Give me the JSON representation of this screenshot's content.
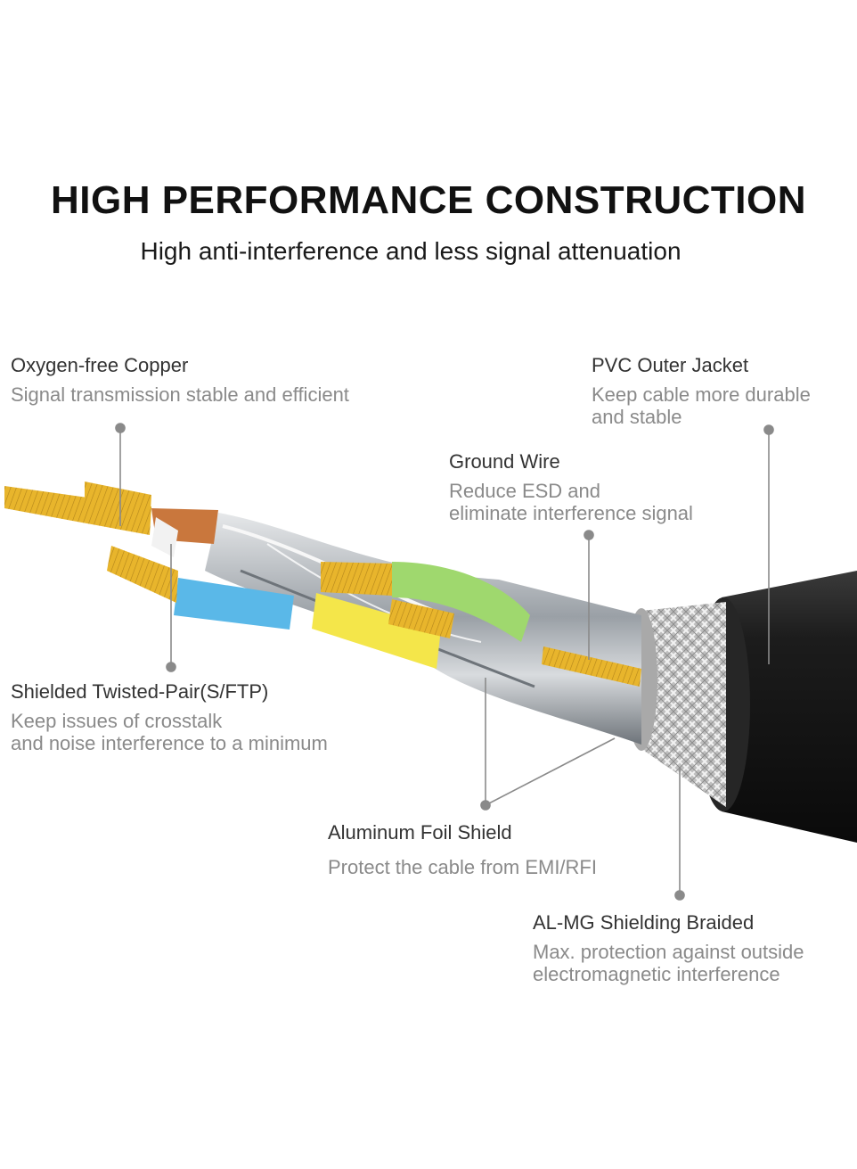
{
  "header": {
    "title": "HIGH PERFORMANCE CONSTRUCTION",
    "subtitle": "High anti-interference and less signal attenuation"
  },
  "callouts": {
    "copper": {
      "title": "Oxygen-free Copper",
      "desc": "Signal transmission stable and efficient"
    },
    "jacket": {
      "title": "PVC Outer Jacket",
      "desc_line1": "Keep cable more durable",
      "desc_line2": "and stable"
    },
    "ground": {
      "title": "Ground Wire",
      "desc_line1": "Reduce ESD and",
      "desc_line2": "eliminate interference signal"
    },
    "sftp": {
      "title": "Shielded Twisted-Pair(S/FTP)",
      "desc_line1": "Keep issues of crosstalk",
      "desc_line2": "and noise interference to a minimum"
    },
    "foil": {
      "title": "Aluminum Foil Shield",
      "desc": "Protect the cable from EMI/RFI"
    },
    "braid": {
      "title": "AL-MG Shielding Braided",
      "desc_line1": "Max. protection against outside",
      "desc_line2": "electromagnetic interference"
    }
  },
  "colors": {
    "jacket": "#151515",
    "braid": "#c9c9c9",
    "foil": "#a8adb3",
    "copper": "#e8b52c",
    "pair_orange": "#c9773d",
    "pair_blue": "#5ab8e8",
    "pair_green": "#9fd86e",
    "pair_yellow": "#f4e64a",
    "leader": "#8a8a8a"
  }
}
